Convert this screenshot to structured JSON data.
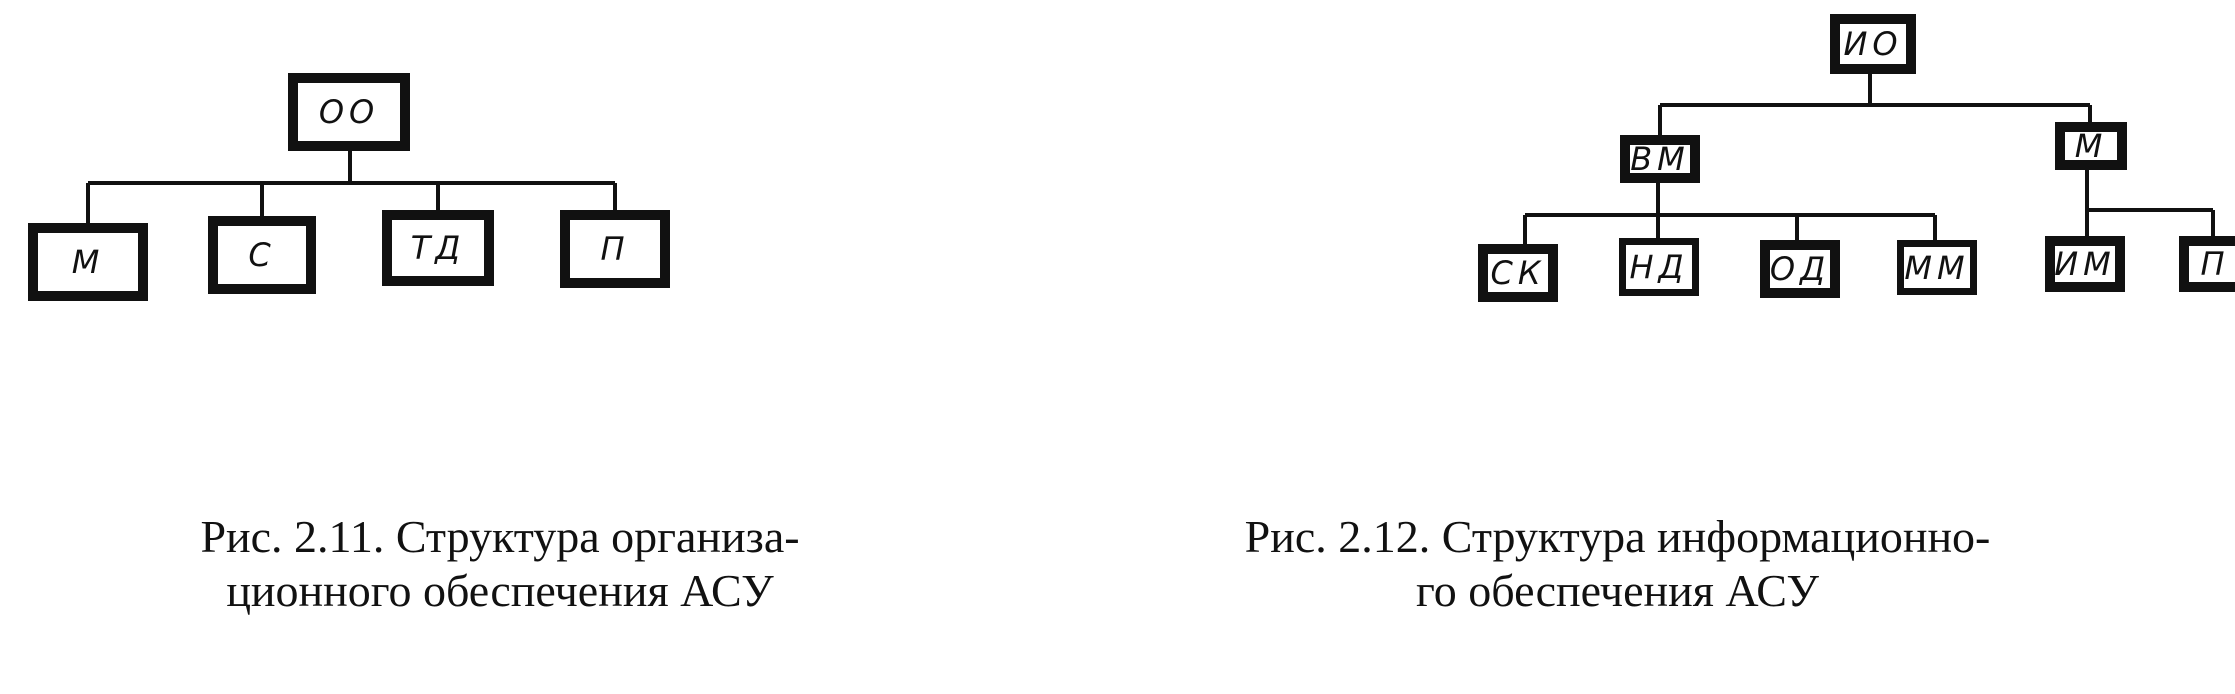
{
  "figures": [
    {
      "nodes": {
        "root": "ОО",
        "m": "М",
        "s": "С",
        "td": "ТД",
        "p": "П"
      },
      "caption": {
        "line1": "Рис. 2.11. Структура организа-",
        "line2": "ционного обеспечения АСУ"
      }
    },
    {
      "nodes": {
        "root": "ИО",
        "vm": "ВМ",
        "m": "М",
        "sk": "СК",
        "nd": "НД",
        "od": "ОД",
        "mm": "ММ",
        "im": "ИМ",
        "p": "П"
      },
      "caption": {
        "line1": "Рис. 2.12. Структура информационно-",
        "line2": "го обеспечения АСУ"
      }
    }
  ]
}
